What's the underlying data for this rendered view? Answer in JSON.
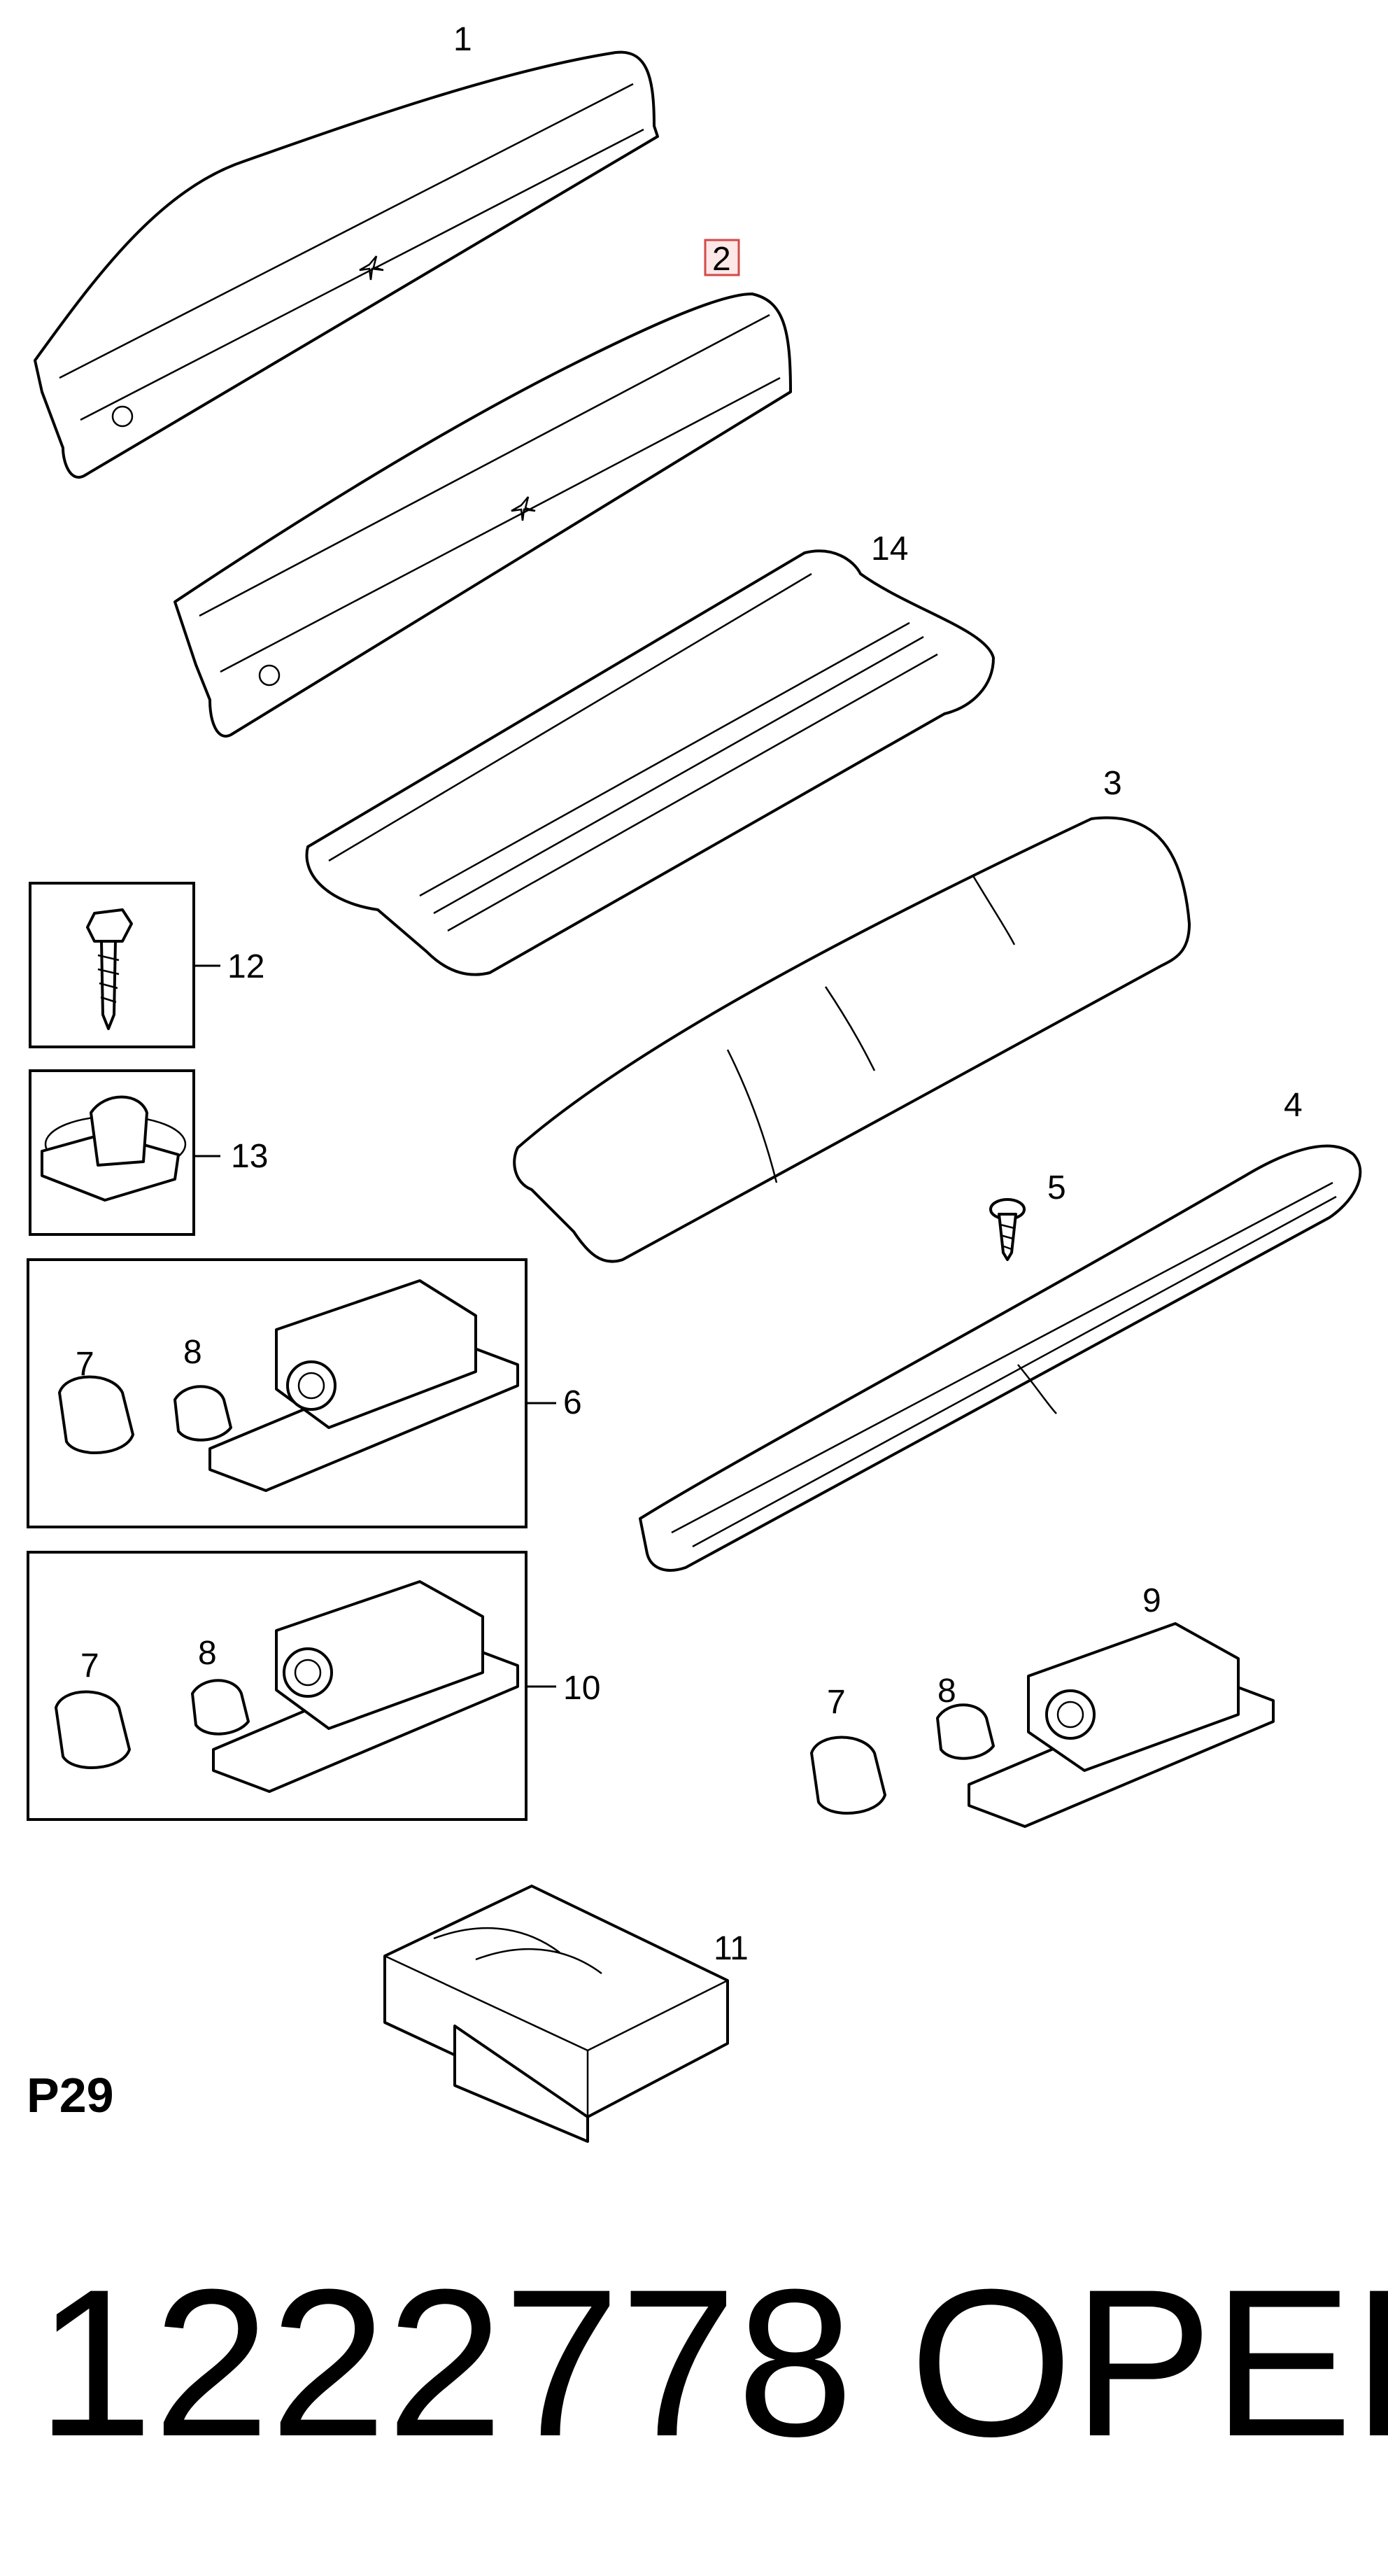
{
  "diagram": {
    "page_code": "P29",
    "highlighted_callout": "2",
    "callouts": {
      "c1": "1",
      "c2": "2",
      "c14": "14",
      "c3": "3",
      "c4": "4",
      "c5": "5",
      "c12": "12",
      "c13": "13",
      "c6": "6",
      "c10": "10",
      "c9": "9",
      "c11": "11",
      "c7a": "7",
      "c8a": "8",
      "c7b": "7",
      "c8b": "8",
      "c7c": "7",
      "c8c": "8"
    },
    "highlight_color": "#d24a4a"
  },
  "footer": {
    "part_number": "1222778",
    "brand": "OPEL"
  }
}
